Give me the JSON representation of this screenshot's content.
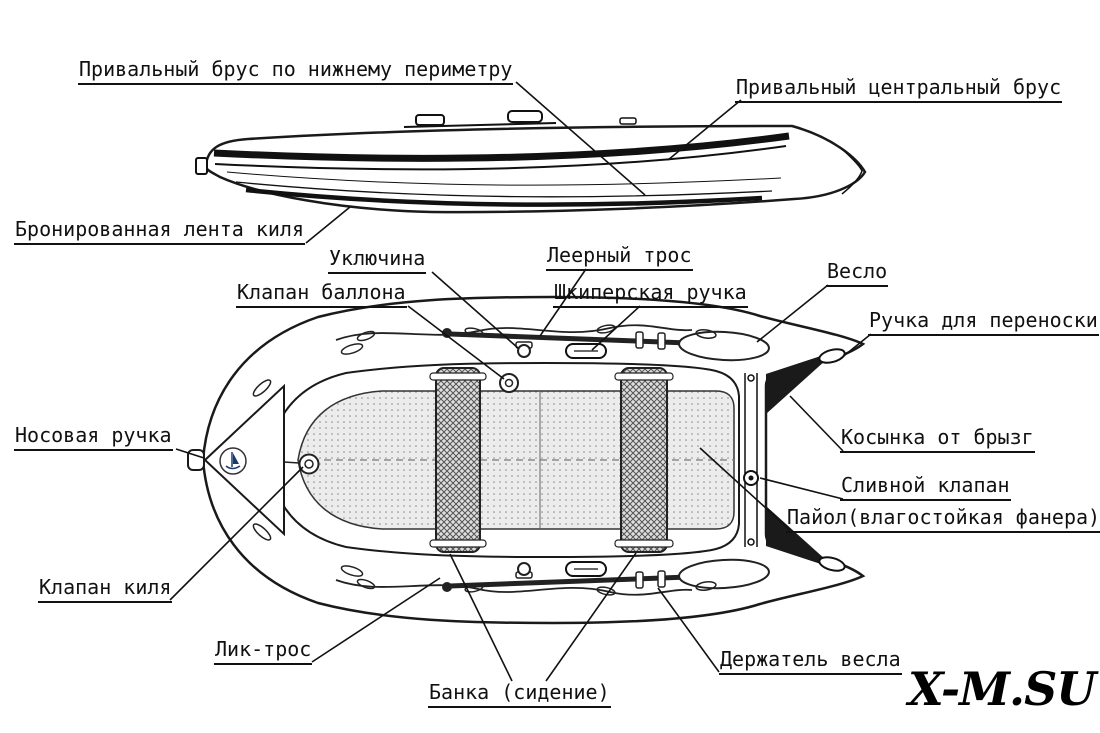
{
  "labels": [
    {
      "id": "gunwale-lower-perimeter",
      "text": "Привальный брус по нижнему периметру"
    },
    {
      "id": "gunwale-central",
      "text": "Привальный центральный брус"
    },
    {
      "id": "armored-keel-tape",
      "text": "Бронированная лента киля"
    },
    {
      "id": "oarlock",
      "text": "Уключина"
    },
    {
      "id": "grab-rope",
      "text": "Леерный трос"
    },
    {
      "id": "tube-valve",
      "text": "Клапан баллона"
    },
    {
      "id": "skipper-handle",
      "text": "Шкиперская ручка"
    },
    {
      "id": "oar",
      "text": "Весло"
    },
    {
      "id": "carry-handle",
      "text": "Ручка для переноски"
    },
    {
      "id": "bow-handle",
      "text": "Носовая ручка"
    },
    {
      "id": "spray-gusset",
      "text": "Косынка от брызг"
    },
    {
      "id": "drain-valve",
      "text": "Сливной клапан"
    },
    {
      "id": "floorboard",
      "text": "Пайол(влагостойкая фанера)"
    },
    {
      "id": "keel-valve",
      "text": "Клапан киля"
    },
    {
      "id": "bolt-rope",
      "text": "Лик-трос"
    },
    {
      "id": "oar-holder",
      "text": "Держатель весла"
    },
    {
      "id": "seat",
      "text": "Банка (сидение)"
    }
  ],
  "watermark": "X-M.SU",
  "colors": {
    "line": "#1a1a1a",
    "logo_blue": "#1a3a6e"
  }
}
